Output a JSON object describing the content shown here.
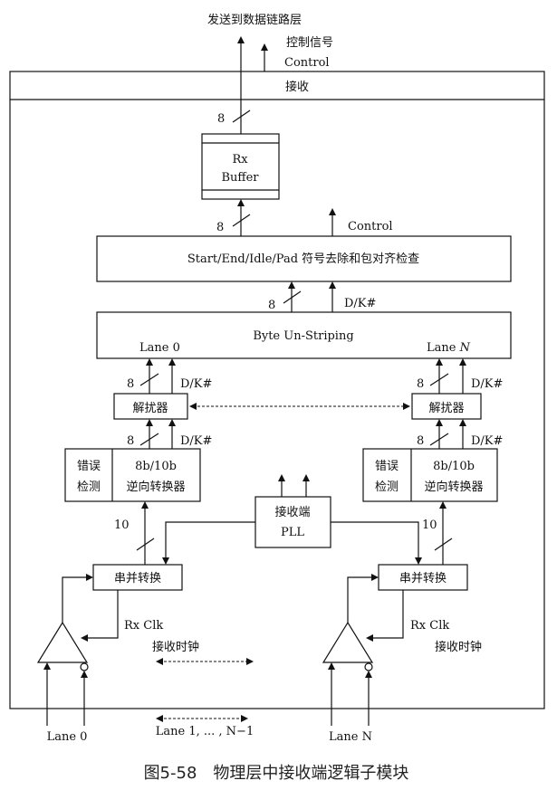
{
  "top": {
    "send_label": "发送到数据链路层",
    "ctrl_cn": "控制信号",
    "ctrl_en": "Control"
  },
  "receive_label": "接收",
  "rx_buffer": {
    "line1": "Rx",
    "line2": "Buffer"
  },
  "check_block": "Start/End/Idle/Pad 符号去除和包对齐检查",
  "control_label": "Control",
  "un_striping": "Byte Un-Striping",
  "lane0_label": "Lane 0",
  "laneN_label_prefix": "Lane ",
  "laneN_label_italic": "N",
  "bus": {
    "w8": "8",
    "w10": "10",
    "dk": "D/K#"
  },
  "descrambler": "解扰器",
  "error_detect": {
    "line1": "错误",
    "line2": "检测"
  },
  "decoder": {
    "line1": "8b/10b",
    "line2": "逆向转换器"
  },
  "pll": {
    "line1": "接收端",
    "line2": "PLL"
  },
  "serdes": "串并转换",
  "rx_clk": {
    "en": "Rx Clk",
    "cn": "接收时钟"
  },
  "bottom": {
    "lane0": "Lane 0",
    "lanes_mid": "Lane 1, ... , N−1",
    "laneN": "Lane N"
  },
  "caption": "图5-58　物理层中接收端逻辑子模块"
}
